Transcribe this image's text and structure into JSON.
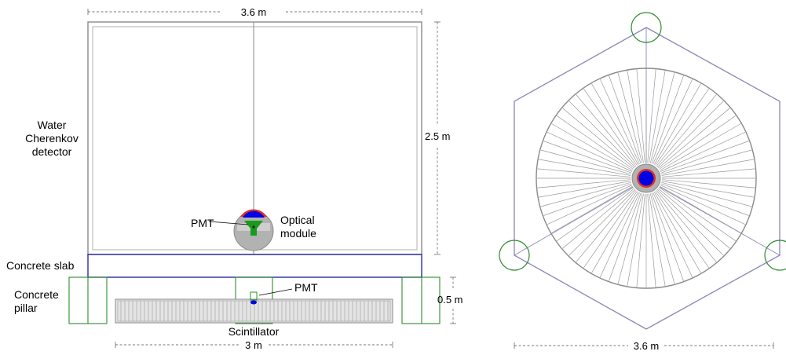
{
  "labels": {
    "wcd_line1": "Water",
    "wcd_line2": "Cherenkov",
    "wcd_line3": "detector",
    "optical_line1": "Optical",
    "optical_line2": "module",
    "pmt_top": "PMT",
    "pmt_bottom": "PMT",
    "slab": "Concrete slab",
    "pillar_line1": "Concrete",
    "pillar_line2": "pillar",
    "scintillator": "Scintillator"
  },
  "dimensions": {
    "width_top": "3.6 m",
    "height": "2.5 m",
    "scint_width": "3 m",
    "pillar_height": "0.5 m",
    "width_right": "3.6 m"
  },
  "colors": {
    "tank_outline": "#8a8a8a",
    "slab_outline": "#2a2aa8",
    "pillar_outline": "#2e8b2e",
    "module_fill": "#b0b0b0",
    "pmt_blue": "#0000e6",
    "pmt_green": "#1a9a1a",
    "pmt_red": "#e03020",
    "hexagon_outline": "#8a86b8"
  }
}
